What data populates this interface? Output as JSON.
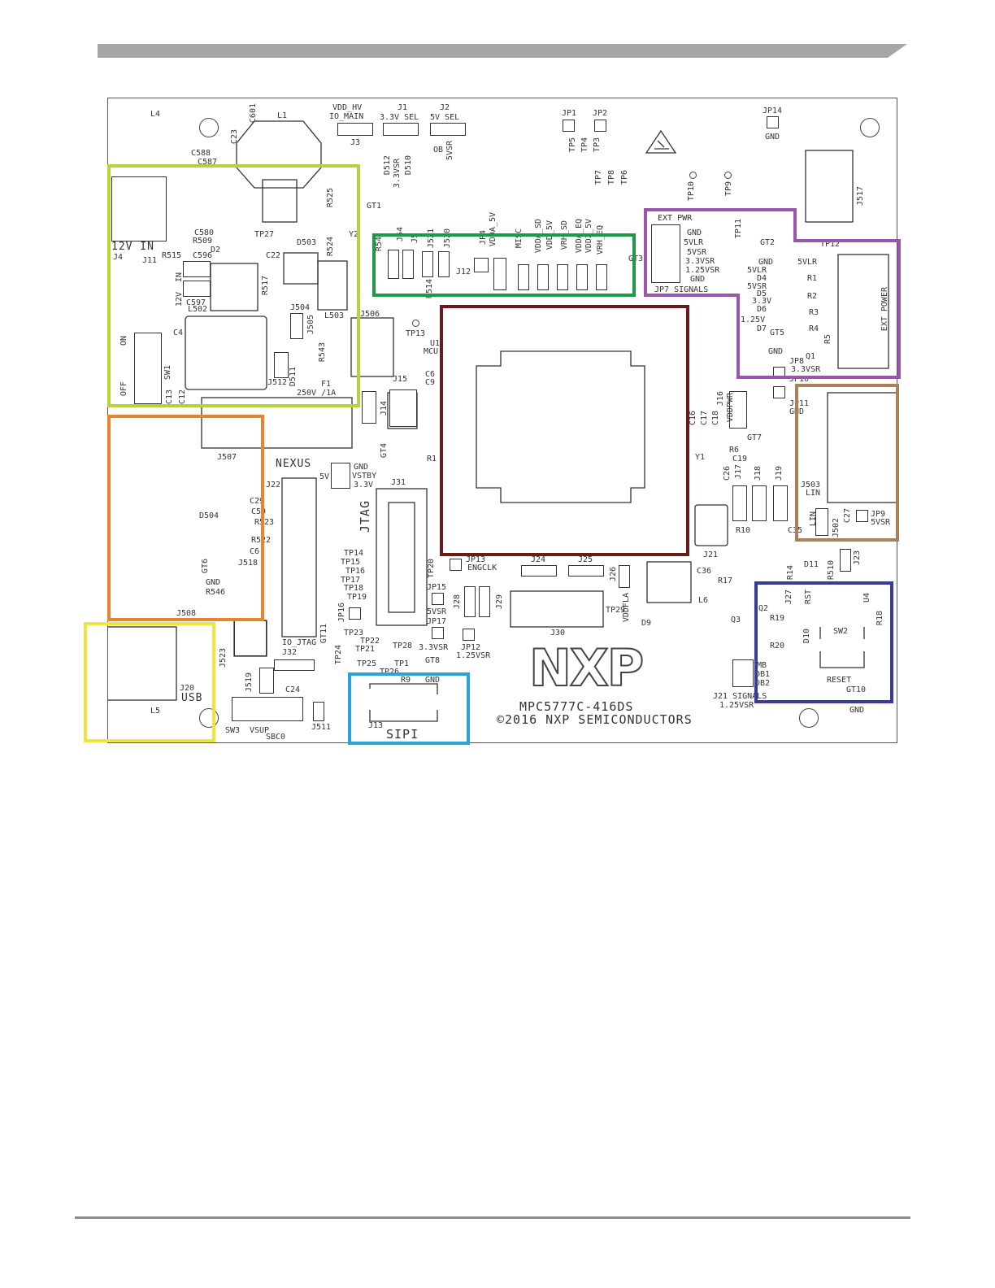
{
  "colors": {
    "power": "#b7d33b",
    "config_jumpers": "#1f9a43",
    "mcu": "#6a1a1a",
    "ext_power": "#9a55b0",
    "debug": "#e8852c",
    "lin": "#a8805a",
    "usb": "#f1e53a",
    "sipi": "#2aa3d8",
    "reset": "#3a3a9c"
  },
  "labels": {
    "l4": "L4",
    "l1": "L1",
    "c601": "C601",
    "c23": "C23",
    "c588": "C588",
    "c587": "C587",
    "vdd_hv": "VDD_HV",
    "io_main": "IO_MAIN",
    "j3": "J3",
    "j1": "J1",
    "j1_sel": "3.3V SEL",
    "j2": "J2",
    "j2_sel": "5V SEL",
    "jp1": "JP1",
    "jp2": "JP2",
    "jp14": "JP14",
    "gnd": "GND",
    "tp5": "TP5",
    "tp4": "TP4",
    "tp3": "TP3",
    "tp7": "TP7",
    "tp8": "TP8",
    "tp6": "TP6",
    "tp10": "TP10",
    "tp9": "TP9",
    "tp11": "TP11",
    "tp12": "TP12",
    "j517": "J517",
    "ext_pwr": "EXT PWR",
    "ext_pwr_list": [
      "GND",
      "5VLR",
      "5VSR",
      "3.3VSR",
      "1.25VSR",
      "GND"
    ],
    "jp7_signals": "JP7 SIGNALS",
    "gt2": "GT2",
    "gt5": "GT5",
    "d4": "D4",
    "d5": "D5",
    "d6": "D6",
    "d7": "D7",
    "v5vlr": "5VLR",
    "v5vsr": "5VSR",
    "v33": "3.3V",
    "v125": "1.25V",
    "r1": "R1",
    "r2": "R2",
    "r3": "R3",
    "r4": "R4",
    "r5": "R5",
    "ext_power": "EXT POWER",
    "jp8": "JP8",
    "jp8_v": "3.3VSR",
    "q1": "Q1",
    "v12_in": "12V IN",
    "j4": "J4",
    "j11": "J11",
    "c580": "C580",
    "r509": "R509",
    "d2": "D2",
    "r515": "R515",
    "c596": "C596",
    "c597": "C597",
    "l502": "L502",
    "in_lbl": "IN",
    "v12": "12V",
    "c4": "C4",
    "on": "ON",
    "off": "OFF",
    "sw1": "SW1",
    "c13": "C13",
    "c12": "C12",
    "tp27": "TP27",
    "d503": "D503",
    "r525": "R525",
    "r524": "R524",
    "l503": "L503",
    "c22": "C22",
    "r517": "R517",
    "j504": "J504",
    "j505": "J505",
    "r543": "R543",
    "j512": "J512",
    "d511": "D511",
    "f1": "F1",
    "f1_rating": "250V /1A",
    "gt1": "GT1",
    "y2": "Y2",
    "j506": "J506",
    "tp13": "TP13",
    "d512": "D512",
    "d510": "D510",
    "v33vsr": "3.3VSR",
    "v5vsr_b": "5VSR",
    "r54": "R54",
    "j54": "J54",
    "j5": "J5",
    "j521": "J521",
    "j520": "J520",
    "j12": "J12",
    "r514": "R514",
    "jp4": "JP4",
    "misc": "MISC",
    "vdda_5v": "VDDA_5V",
    "vdda_sd": "VDDA_SD",
    "vdd_5v": "VDD_5V",
    "vrh_sd": "VRH_SD",
    "vdda_eq": "VDDA_EQ",
    "vdd2_5v": "VDD2_5V",
    "vrh_eq": "VRH_EQ",
    "gt3": "GT3",
    "j14": "J14",
    "j15": "J15",
    "c6": "C6",
    "c9": "C9",
    "mcu": "MCU",
    "u1": "U1",
    "j507": "J507",
    "nexus": "NEXUS",
    "j22": "J22",
    "c29": "C29",
    "c59": "C59",
    "d504": "D504",
    "r523": "R523",
    "r522": "R522",
    "c6b": "C6",
    "gt6": "GT6",
    "j518": "J518",
    "r546": "R546",
    "j508": "J508",
    "vstby": "VSTBY",
    "v5": "5V",
    "gt4": "GT4",
    "r1b": "R1",
    "jtag": "JTAG",
    "j31": "J31",
    "tp14": "TP14",
    "tp15": "TP15",
    "tp16": "TP16",
    "tp17": "TP17",
    "tp18": "TP18",
    "tp19": "TP19",
    "tp20": "TP20",
    "jp13": "JP13",
    "engclk": "ENGCLK",
    "jp15": "JP15",
    "jp17": "JP17",
    "jp12": "JP12",
    "j28": "J28",
    "j29": "J29",
    "j24": "J24",
    "j25": "J25",
    "j26": "J26",
    "j30": "J30",
    "tp29": "TP29",
    "vddfla": "VDDFLA",
    "d9": "D9",
    "l6": "L6",
    "c36": "C36",
    "r17": "R17",
    "j21": "J21",
    "j16": "J16",
    "vddpwr": "VDDPWR",
    "c16": "C16",
    "c17": "C17",
    "c18": "C18",
    "r6": "R6",
    "c19": "C19",
    "c26": "C26",
    "y1": "Y1",
    "j17": "J17",
    "j18": "J18",
    "j19": "J19",
    "r10": "R10",
    "gt7": "GT7",
    "j503": "J503",
    "lin": "LIN",
    "j502": "J502",
    "c27": "C27",
    "jp9": "JP9",
    "c35": "C35",
    "jp10": "JP10",
    "jp11": "JP11",
    "d11": "D11",
    "r510": "R510",
    "j23": "J23",
    "r14": "R14",
    "j27": "J27",
    "rst": "RST",
    "r19": "R19",
    "r20": "R20",
    "d10": "D10",
    "q2": "Q2",
    "q3": "Q3",
    "sw2": "SW2",
    "reset": "RESET",
    "u4": "U4",
    "r18": "R18",
    "gt10": "GT10",
    "j21_signals": "J21 SIGNALS",
    "mb": "MB",
    "db1": "DB1",
    "db2": "DB2",
    "l5": "L5",
    "usb": "USB",
    "j20": "J20",
    "j523": "J523",
    "j519": "J519",
    "j32": "J32",
    "io_jtag": "IO_JTAG",
    "gt11": "GT11",
    "c24": "C24",
    "sw3": "SW3",
    "vsup": "VSUP",
    "sbc0": "SBC0",
    "j511": "J511",
    "tp21": "TP21",
    "tp22": "TP22",
    "tp23": "TP23",
    "tp24": "TP24",
    "tp25": "TP25",
    "tp26": "TP26",
    "tp28": "TP28",
    "tp1": "TP1",
    "gt8": "GT8",
    "jp16": "JP16",
    "r9": "R9",
    "j13": "J13",
    "sipi": "SIPI",
    "v125vsr": "1.25VSR",
    "logo": "NXP",
    "model": "MPC5777C-416DS",
    "copyright": "©2016 NXP SEMICONDUCTORS",
    "ob": "OB"
  }
}
